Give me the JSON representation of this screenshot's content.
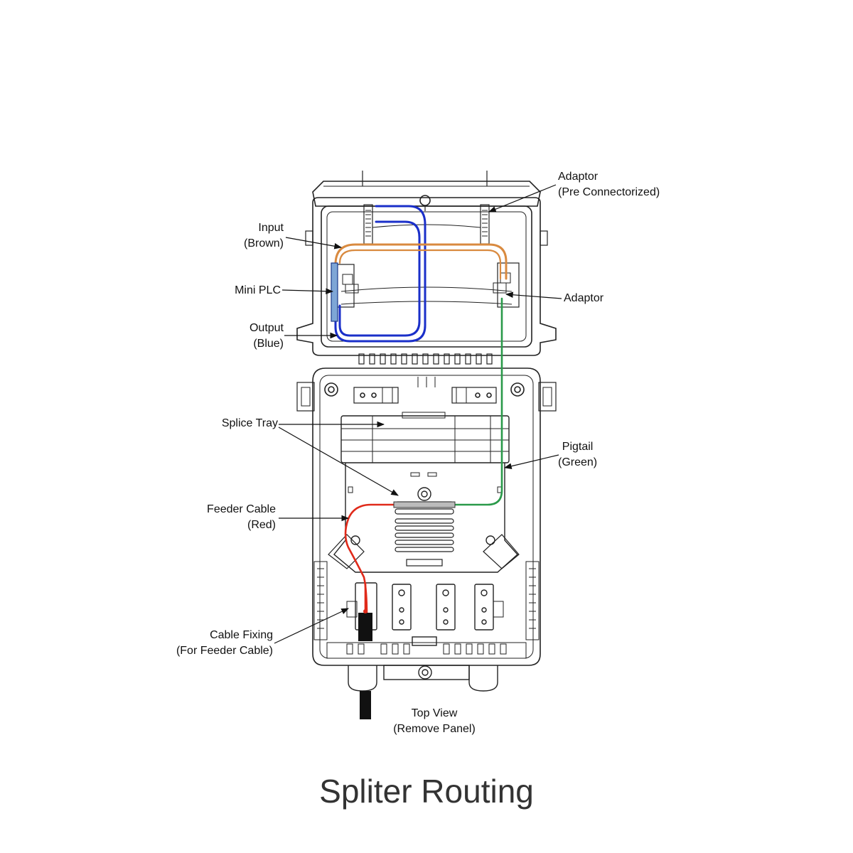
{
  "title": "Spliter Routing",
  "labels": {
    "adaptor_top": {
      "line1": "Adaptor",
      "line2": "(Pre Connectorized)"
    },
    "input": {
      "line1": "Input",
      "line2": "(Brown)"
    },
    "mini_plc": {
      "line1": "Mini PLC"
    },
    "adaptor_right": {
      "line1": "Adaptor"
    },
    "output": {
      "line1": "Output",
      "line2": "(Blue)"
    },
    "splice_tray": {
      "line1": "Splice Tray"
    },
    "pigtail": {
      "line1": "Pigtail",
      "line2": "(Green)"
    },
    "feeder_cable": {
      "line1": "Feeder Cable",
      "line2": "(Red)"
    },
    "cable_fixing": {
      "line1": "Cable Fixing",
      "line2": "(For Feeder Cable)"
    },
    "top_view": {
      "line1": "Top View",
      "line2": "(Remove Panel)"
    }
  },
  "colors": {
    "input": "#d98a3f",
    "output": "#1a2fc9",
    "pigtail": "#2a9a4a",
    "feeder": "#e02a1a",
    "mini_plc": "#7ea6d6",
    "outline": "#222222",
    "cable": "#111111"
  }
}
